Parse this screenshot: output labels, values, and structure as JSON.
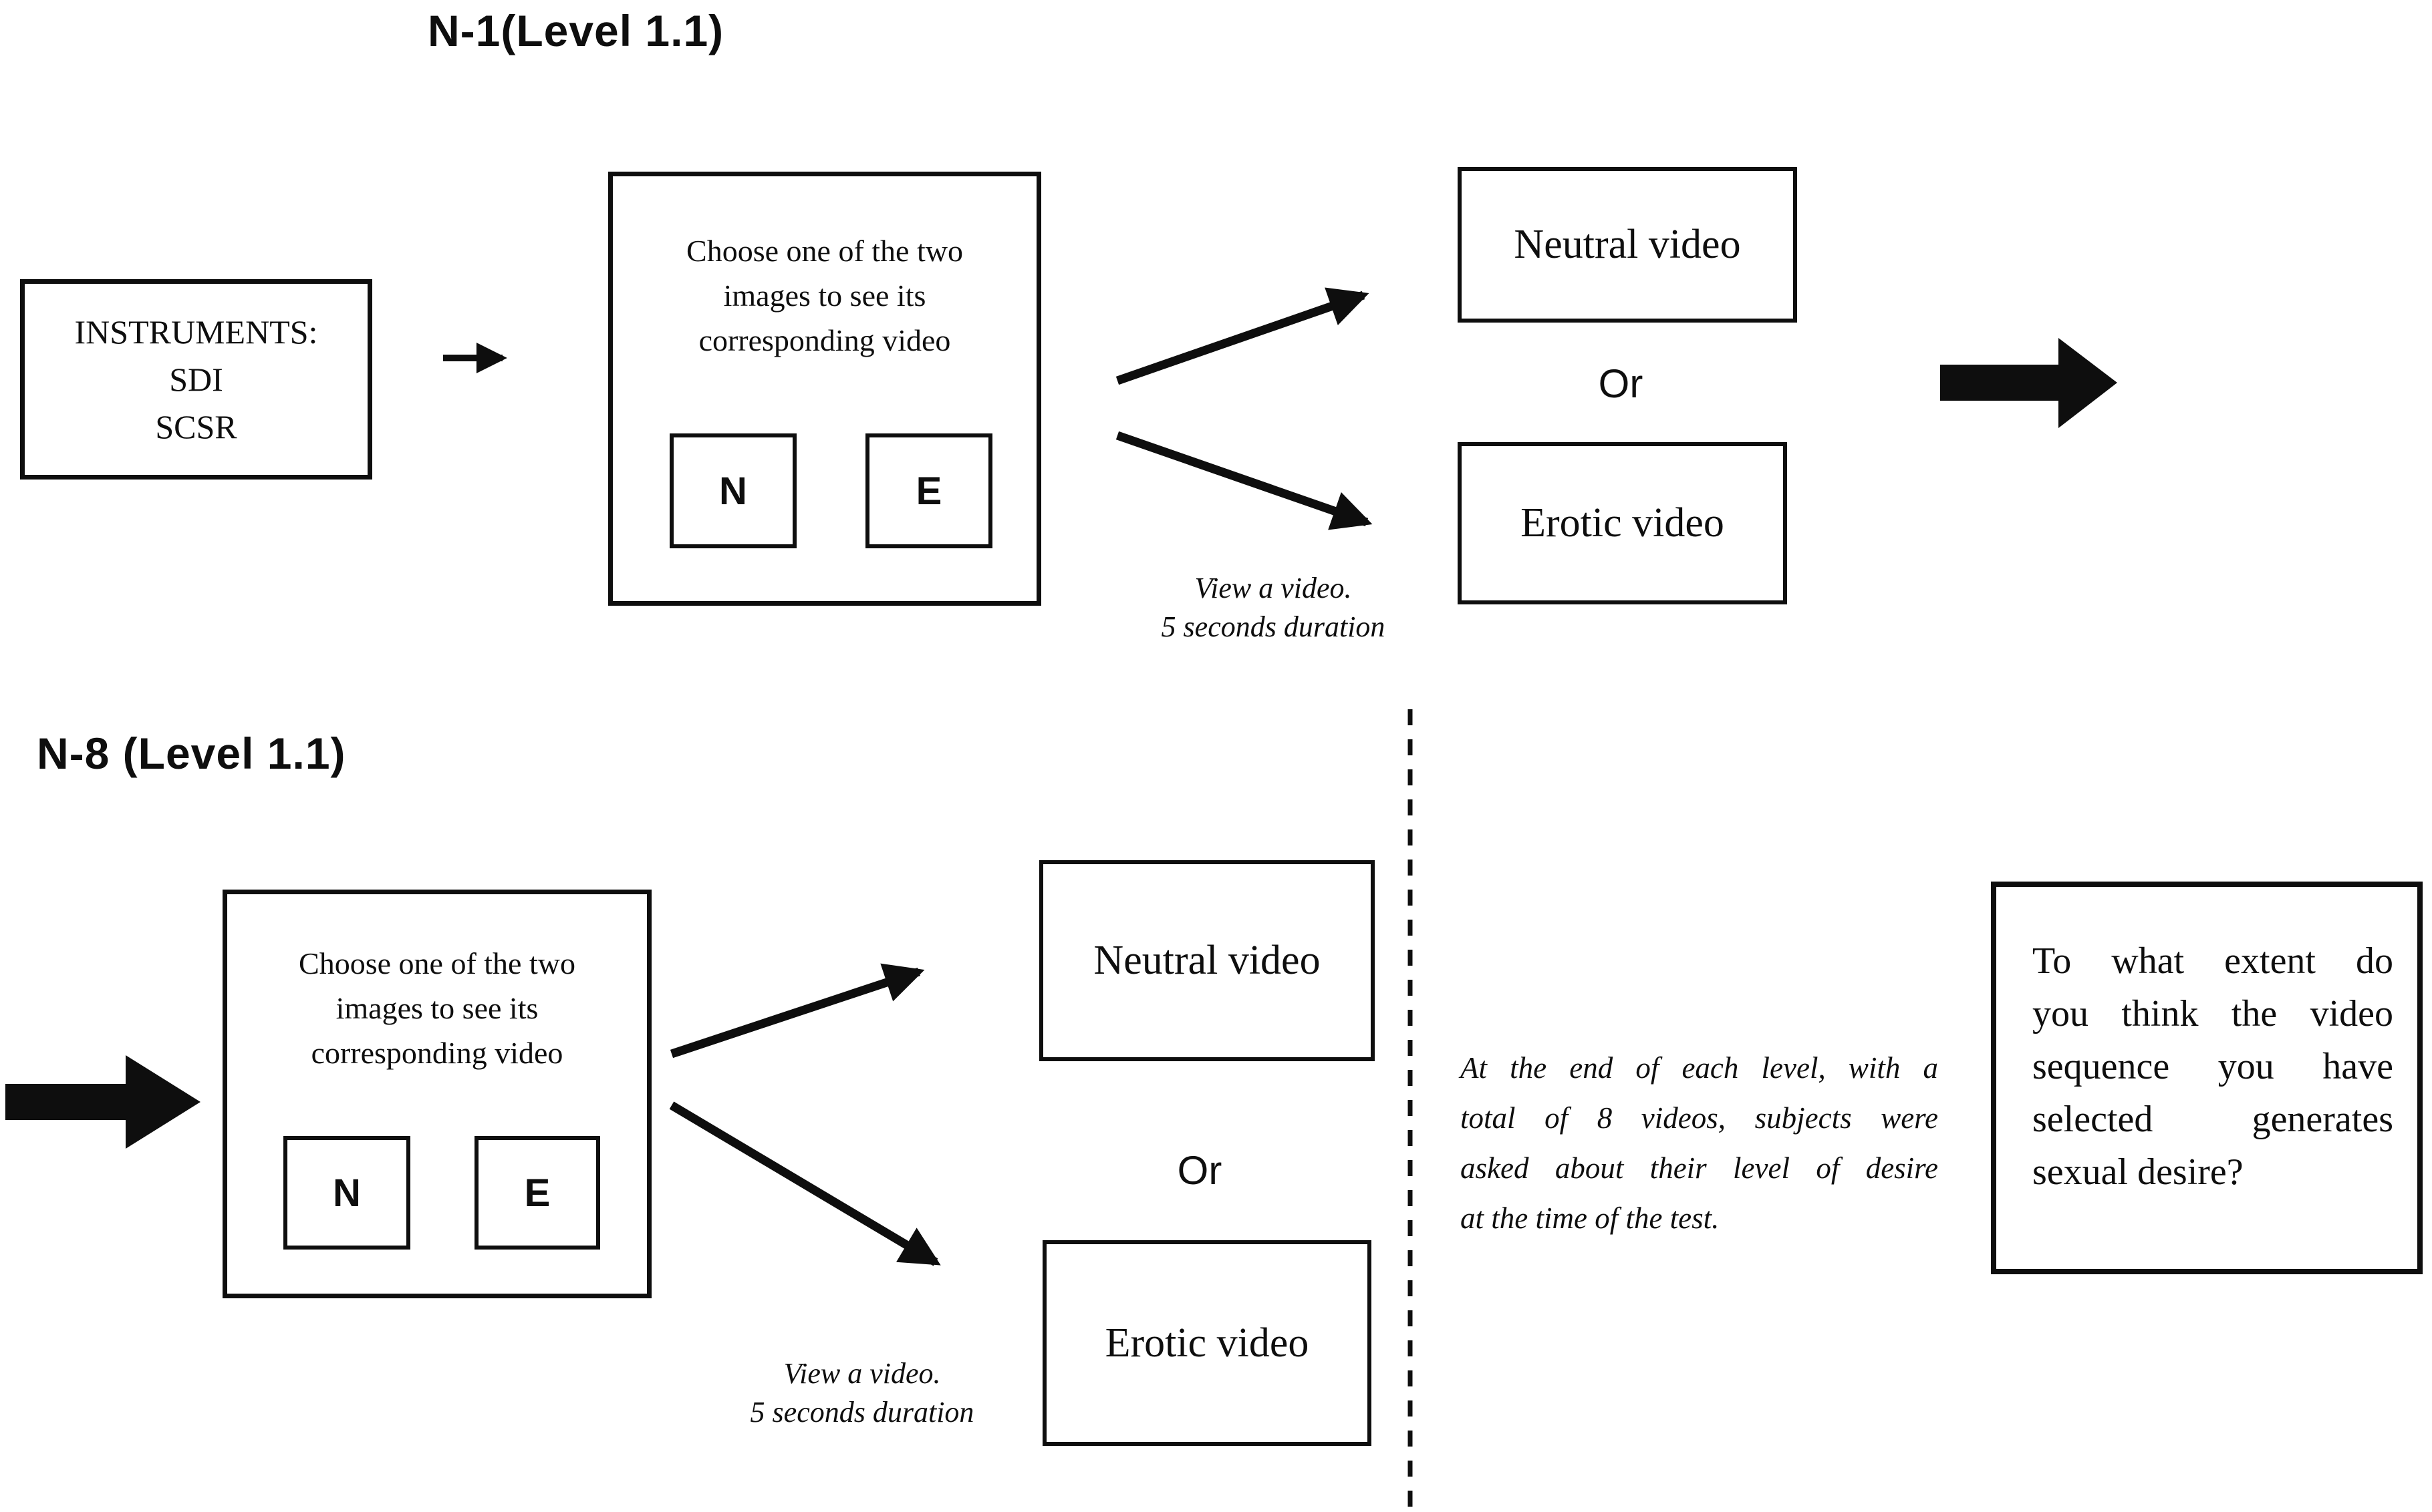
{
  "figure": {
    "background": "#ffffff",
    "ink": "#0e0e0e",
    "row1": {
      "title": "N-1(Level 1.1)",
      "instruments": {
        "lines": [
          "INSTRUMENTS:",
          "SDI",
          "SCSR"
        ]
      },
      "choose": {
        "lines": [
          "Choose one of the two",
          "images to see its",
          "corresponding video"
        ],
        "neutral_key": "N",
        "erotic_key": "E"
      },
      "neutral_label": "Neutral video",
      "or_label": "Or",
      "erotic_label": "Erotic video",
      "caption": [
        "View a video.",
        "5 seconds duration"
      ]
    },
    "row2": {
      "title": "N-8 (Level 1.1)",
      "choose": {
        "lines": [
          "Choose one of the two",
          "images to see its",
          "corresponding video"
        ],
        "neutral_key": "N",
        "erotic_key": "E"
      },
      "neutral_label": "Neutral video",
      "or_label": "Or",
      "erotic_label": "Erotic video",
      "caption": [
        "View a video.",
        "5 seconds duration"
      ]
    },
    "divider_note": {
      "lines": [
        "At the end of each level, with a",
        "total of 8 videos, subjects were",
        "asked about their level of desire",
        "at the time of the test."
      ]
    },
    "question": {
      "lines": [
        "To what extent do",
        "you think the video",
        "sequence you have",
        "selected generates",
        "sexual desire?"
      ]
    }
  }
}
